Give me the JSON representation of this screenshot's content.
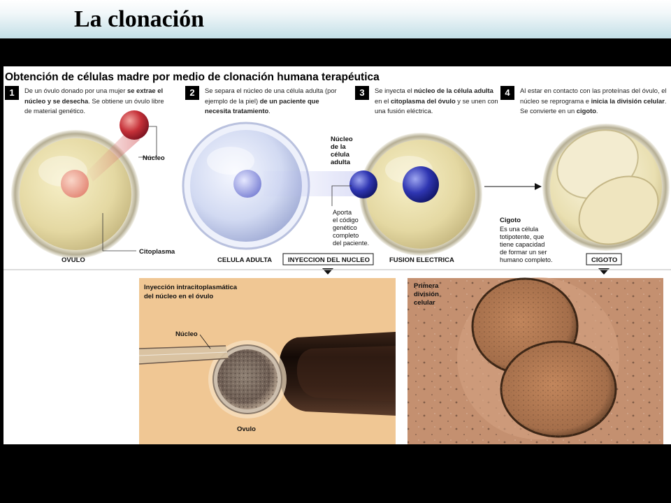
{
  "slide": {
    "title": "La clonación"
  },
  "diagram": {
    "title": "Obtención de células madre por medio de clonación humana terapéutica",
    "steps": [
      {
        "number": "1",
        "text_a": "De un óvulo donado por una mujer ",
        "bold_a": "se extrae el núcleo y se desecha",
        "text_b": ". Se obtiene un óvulo libre de material genético.",
        "bold_b": "",
        "text_c": ""
      },
      {
        "number": "2",
        "text_a": "Se separa el núcleo de una célula adulta (por ejemplo de la piel) ",
        "bold_a": "de un paciente que necesita tratamiento",
        "text_b": ".",
        "bold_b": "",
        "text_c": ""
      },
      {
        "number": "3",
        "text_a": "Se inyecta el ",
        "bold_a": "núcleo de la célula adulta",
        "text_b": " en el ",
        "bold_b": "citoplasma del óvulo",
        "text_c": " y se unen con una fusión eléctrica."
      },
      {
        "number": "4",
        "text_a": "Al estar en contacto con las proteínas del óvulo, el núcleo se reprograma e ",
        "bold_a": "inicia la división celular",
        "text_b": ". Se convierte en un ",
        "bold_b": "cigoto",
        "text_c": "."
      }
    ],
    "labels": {
      "nucleo": "Núcleo",
      "citoplasma": "Citoplasma",
      "nucleo_celula_adulta": "Núcleo de la célula adulta",
      "aporta": "Aporta el código genético completo del paciente.",
      "cigoto_title": "Cigoto",
      "cigoto_text": "Es una célula totipotente, que tiene capacidad de formar un ser humano completo."
    },
    "cell_names": {
      "ovulo": "OVULO",
      "celula_adulta": "CELULA ADULTA",
      "inyeccion": "INYECCION DEL NUCLEO",
      "fusion": "FUSION ELECTRICA",
      "cigoto": "CIGOTO"
    },
    "photos": {
      "left_caption": "Inyección intracitoplasmática del núcleo en el óvulo",
      "left_nucleo": "Núcleo",
      "left_ovulo": "Ovulo",
      "right_caption": "Primera división celular"
    },
    "colors": {
      "egg_cytoplasm": "#e7ddaa",
      "nucleus_red": "#c5323a",
      "adult_cell_blue": "#cfd8ef",
      "nucleus_blue": "#2b32a8",
      "photo_left_bg": "#f0c794",
      "photo_right_bg": "#c49070"
    }
  }
}
